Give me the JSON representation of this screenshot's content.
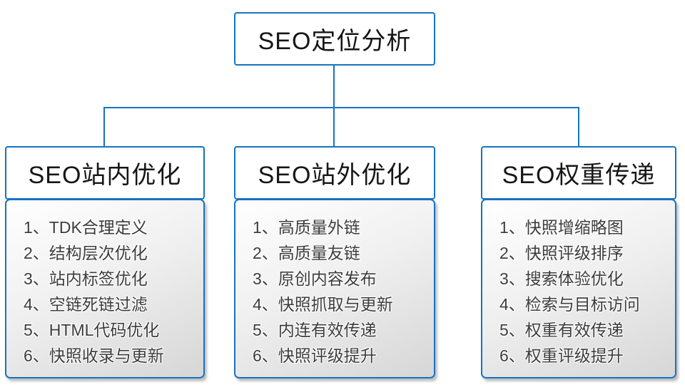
{
  "colors": {
    "accent": "#1673c2"
  },
  "root": {
    "title": "SEO定位分析"
  },
  "columns": [
    {
      "title": "SEO站内优化",
      "items": [
        "1、TDK合理定义",
        "2、结构层次优化",
        "3、站内标签优化",
        "4、空链死链过滤",
        "5、HTML代码优化",
        "6、快照收录与更新"
      ]
    },
    {
      "title": "SEO站外优化",
      "items": [
        "1、高质量外链",
        "2、高质量友链",
        "3、原创内容发布",
        "4、快照抓取与更新",
        "5、内连有效传递",
        "6、快照评级提升"
      ]
    },
    {
      "title": "SEO权重传递",
      "items": [
        "1、快照增缩略图",
        "2、快照评级排序",
        "3、搜索体验优化",
        "4、检索与目标访问",
        "5、权重有效传递",
        "6、权重评级提升"
      ]
    }
  ]
}
